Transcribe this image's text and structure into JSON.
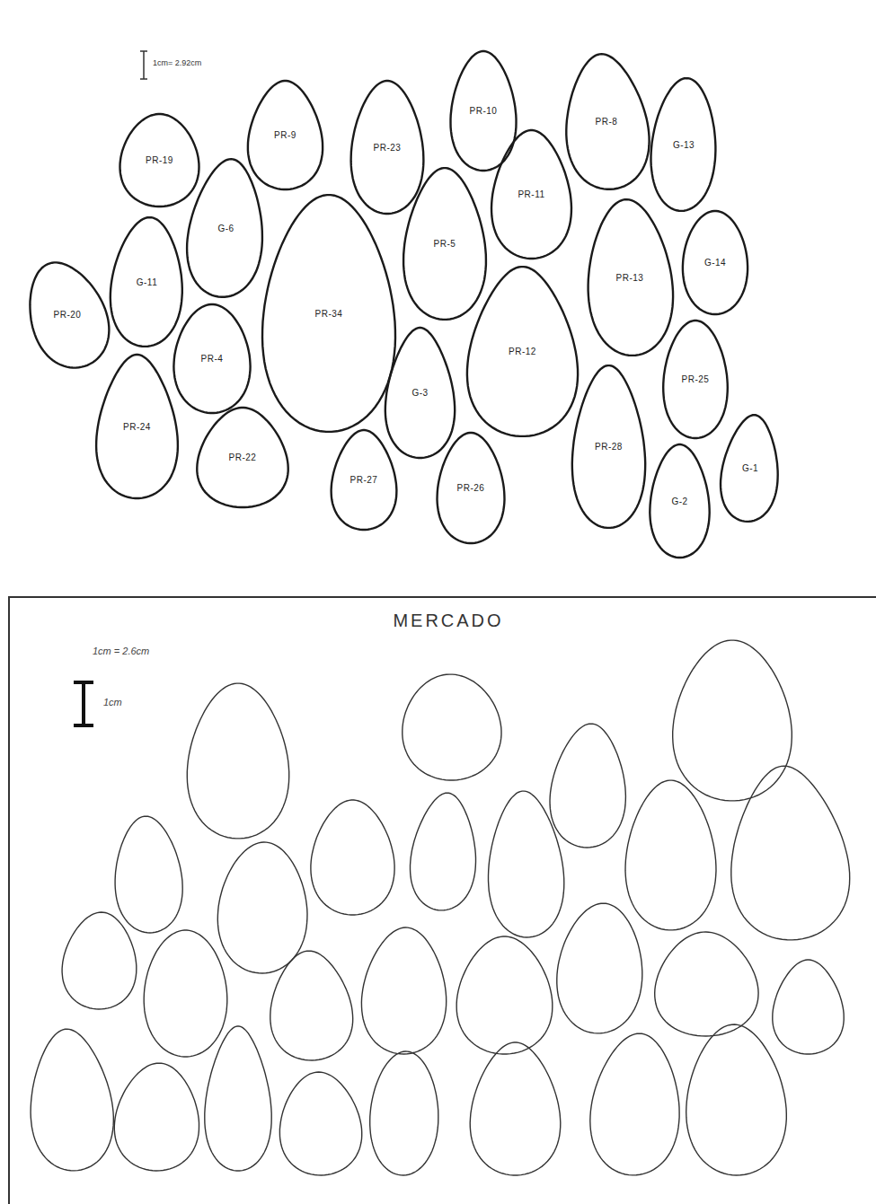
{
  "diagram": {
    "title": "MERCADO",
    "nodes": [
      {
        "text": [
          "PR-10"
        ]
      },
      {
        "text": [
          "PR-8"
        ]
      },
      {
        "text": [
          "G-13"
        ]
      },
      {
        "text": [
          "PR-9"
        ]
      },
      {
        "text": [
          "PR-23"
        ]
      },
      {
        "text": [
          "PR-19"
        ]
      },
      {
        "text": [
          "G-6"
        ]
      },
      {
        "text": [
          "PR-11"
        ]
      },
      {
        "text": [
          "PR-5"
        ]
      },
      {
        "text": [
          "PR-34"
        ]
      },
      {
        "text": [
          "G-11"
        ]
      },
      {
        "text": [
          "PR-20"
        ]
      },
      {
        "text": [
          "G-14"
        ]
      },
      {
        "text": [
          "PR-13"
        ]
      },
      {
        "text": [
          "PR-4"
        ]
      },
      {
        "text": [
          "PR-12"
        ]
      },
      {
        "text": [
          "G-3"
        ]
      },
      {
        "text": [
          "PR-25"
        ]
      },
      {
        "text": [
          "PR-24"
        ]
      },
      {
        "text": [
          "PR-22"
        ]
      },
      {
        "text": [
          "PR-27"
        ]
      },
      {
        "text": [
          "PR-26"
        ]
      },
      {
        "text": [
          "PR-28"
        ]
      },
      {
        "text": [
          "G-2"
        ]
      },
      {
        "text": [
          "G-1"
        ]
      }
    ],
    "labels": [
      "1cm= 2.92cm",
      "1cm = 2.6cm",
      "1cm"
    ]
  }
}
